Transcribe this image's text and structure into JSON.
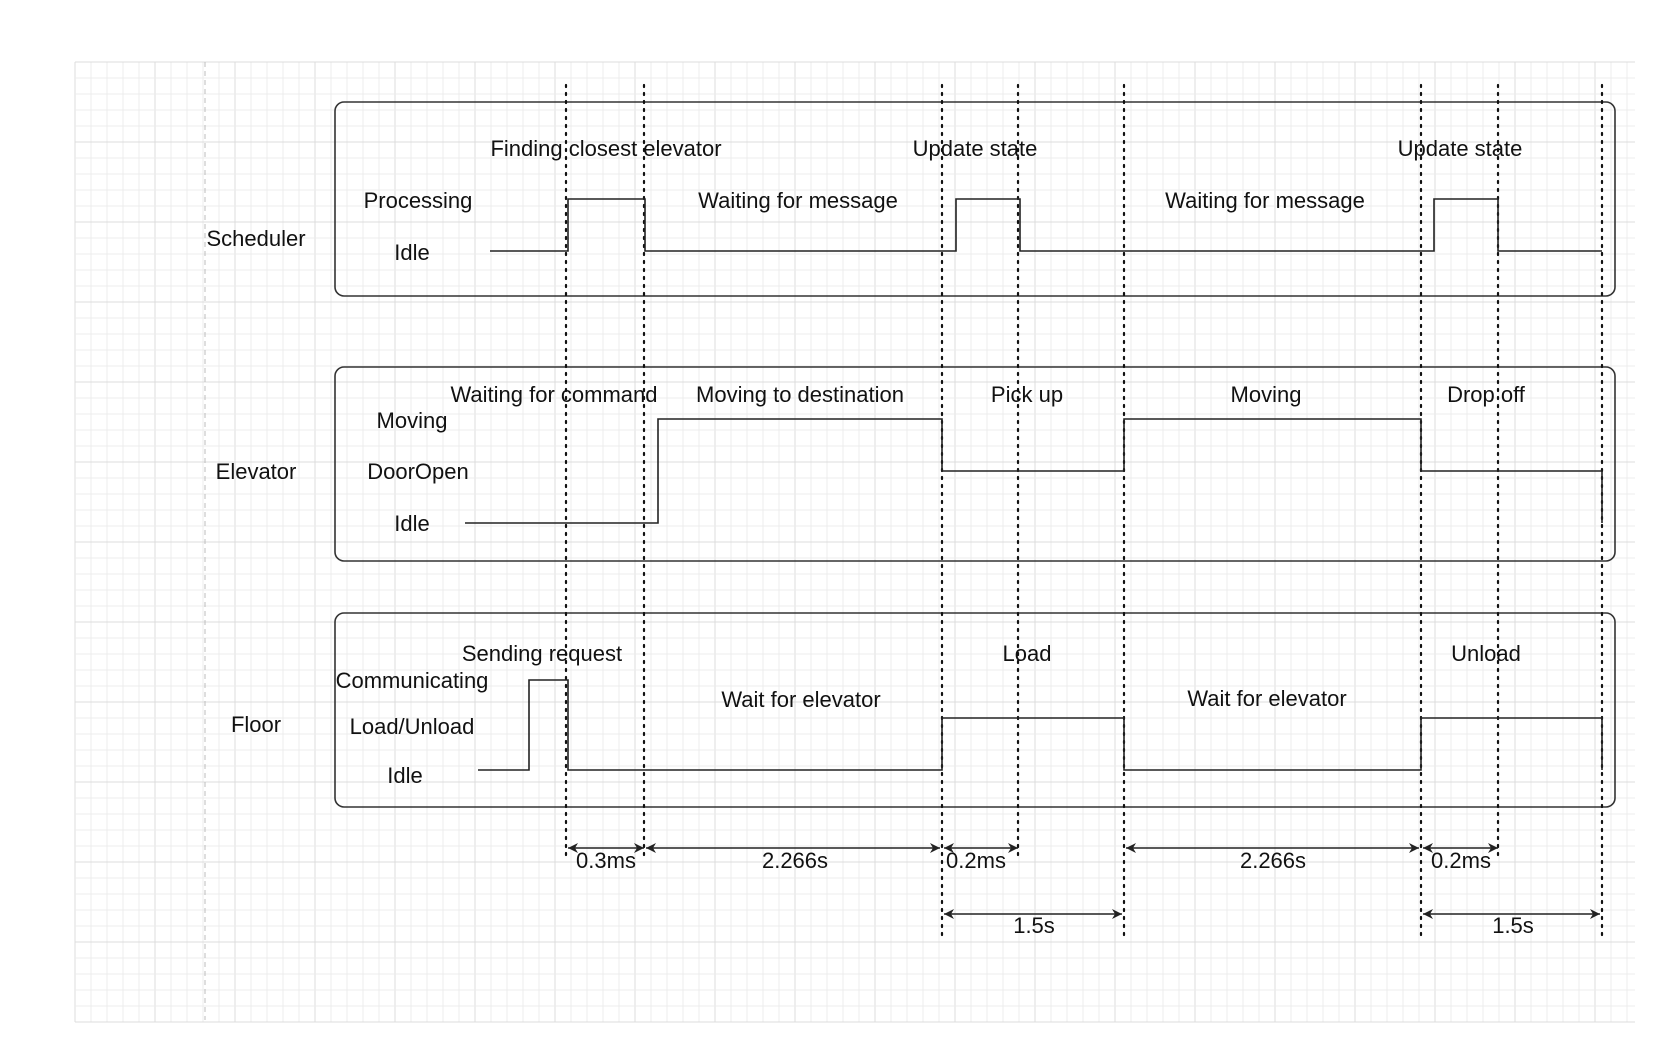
{
  "lanes": {
    "scheduler": {
      "name": "Scheduler",
      "states": [
        "Processing",
        "Idle"
      ],
      "phases": [
        "Finding closest elevator",
        "Waiting for message",
        "Update state",
        "Waiting for message",
        "Update state"
      ]
    },
    "elevator": {
      "name": "Elevator",
      "states": [
        "Moving",
        "DoorOpen",
        "Idle"
      ],
      "phases": [
        "Waiting for command",
        "Moving to destination",
        "Pick up",
        "Moving",
        "Drop off"
      ]
    },
    "floor": {
      "name": "Floor",
      "states": [
        "Communicating",
        "Load/Unload",
        "Idle"
      ],
      "phases": [
        "Sending request",
        "Wait for elevator",
        "Load",
        "Wait for elevator",
        "Unload"
      ]
    }
  },
  "durations": {
    "row1": [
      "0.3ms",
      "2.266s",
      "0.2ms",
      "2.266s",
      "0.2ms"
    ],
    "row2": [
      "1.5s",
      "1.5s"
    ]
  }
}
